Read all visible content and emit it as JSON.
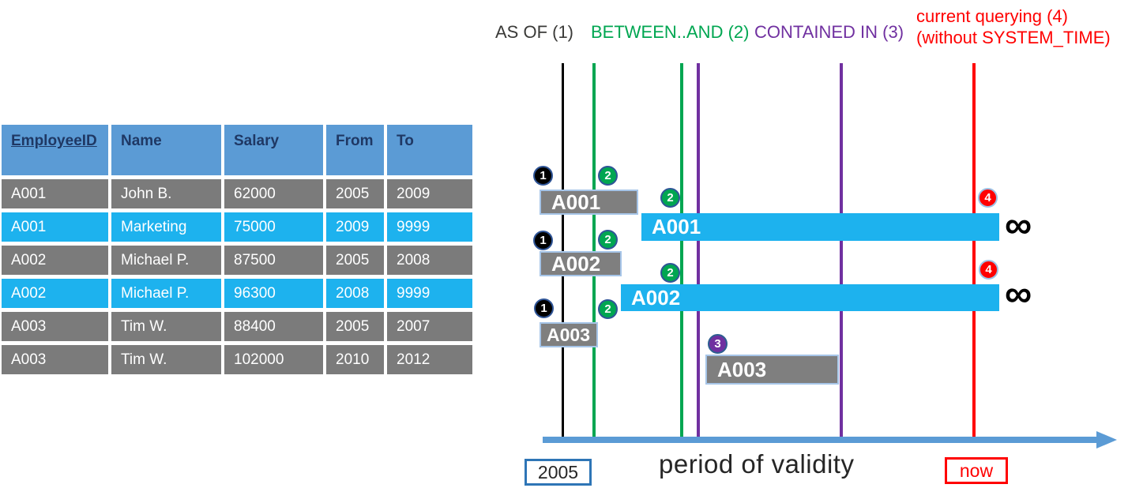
{
  "legend": {
    "as_of": "AS OF (1)",
    "between_and": "BETWEEN..AND (2)",
    "contained_in": "CONTAINED IN (3)",
    "current_line1": "current querying (4)",
    "current_line2": "(without SYSTEM_TIME)"
  },
  "colors": {
    "as_of_black": "#000000",
    "between_green": "#00a651",
    "contained_purple": "#7030a0",
    "current_red": "#ff0000",
    "bar_cyan": "#1db2ee",
    "bar_gray": "#7f7f7f",
    "table_header_blue": "#5b9bd5",
    "table_header_text": "#1f3864",
    "axis_blue": "#5b9bd5",
    "start_box_border": "#2e75b6"
  },
  "table": {
    "headers": [
      "EmployeeID",
      "Name",
      "Salary",
      "From",
      "To"
    ],
    "rows": [
      {
        "employee_id": "A001",
        "name": "John B.",
        "salary": "62000",
        "from": "2005",
        "to": "2009"
      },
      {
        "employee_id": "A001",
        "name": "Marketing",
        "salary": "75000",
        "from": "2009",
        "to": "9999"
      },
      {
        "employee_id": "A002",
        "name": "Michael P.",
        "salary": "87500",
        "from": "2005",
        "to": "2008"
      },
      {
        "employee_id": "A002",
        "name": "Michael P.",
        "salary": "96300",
        "from": "2008",
        "to": "9999"
      },
      {
        "employee_id": "A003",
        "name": "Tim W.",
        "salary": "88400",
        "from": "2005",
        "to": "2007"
      },
      {
        "employee_id": "A003",
        "name": "Tim W.",
        "salary": "102000",
        "from": "2010",
        "to": "2012"
      }
    ]
  },
  "diagram": {
    "bars": [
      {
        "label": "A001",
        "style": "gray"
      },
      {
        "label": "A001",
        "style": "cyan"
      },
      {
        "label": "A002",
        "style": "gray"
      },
      {
        "label": "A002",
        "style": "cyan"
      },
      {
        "label": "A003",
        "style": "gray"
      },
      {
        "label": "A003",
        "style": "gray"
      }
    ],
    "badges": [
      {
        "n": "1",
        "color": "black"
      },
      {
        "n": "2",
        "color": "green"
      },
      {
        "n": "2",
        "color": "green"
      },
      {
        "n": "1",
        "color": "black"
      },
      {
        "n": "2",
        "color": "green"
      },
      {
        "n": "2",
        "color": "green"
      },
      {
        "n": "1",
        "color": "black"
      },
      {
        "n": "2",
        "color": "green"
      },
      {
        "n": "3",
        "color": "purple"
      },
      {
        "n": "4",
        "color": "red"
      },
      {
        "n": "4",
        "color": "red"
      }
    ],
    "infinity": "∞",
    "axis": {
      "start": "2005",
      "caption": "period of validity",
      "now": "now"
    }
  }
}
